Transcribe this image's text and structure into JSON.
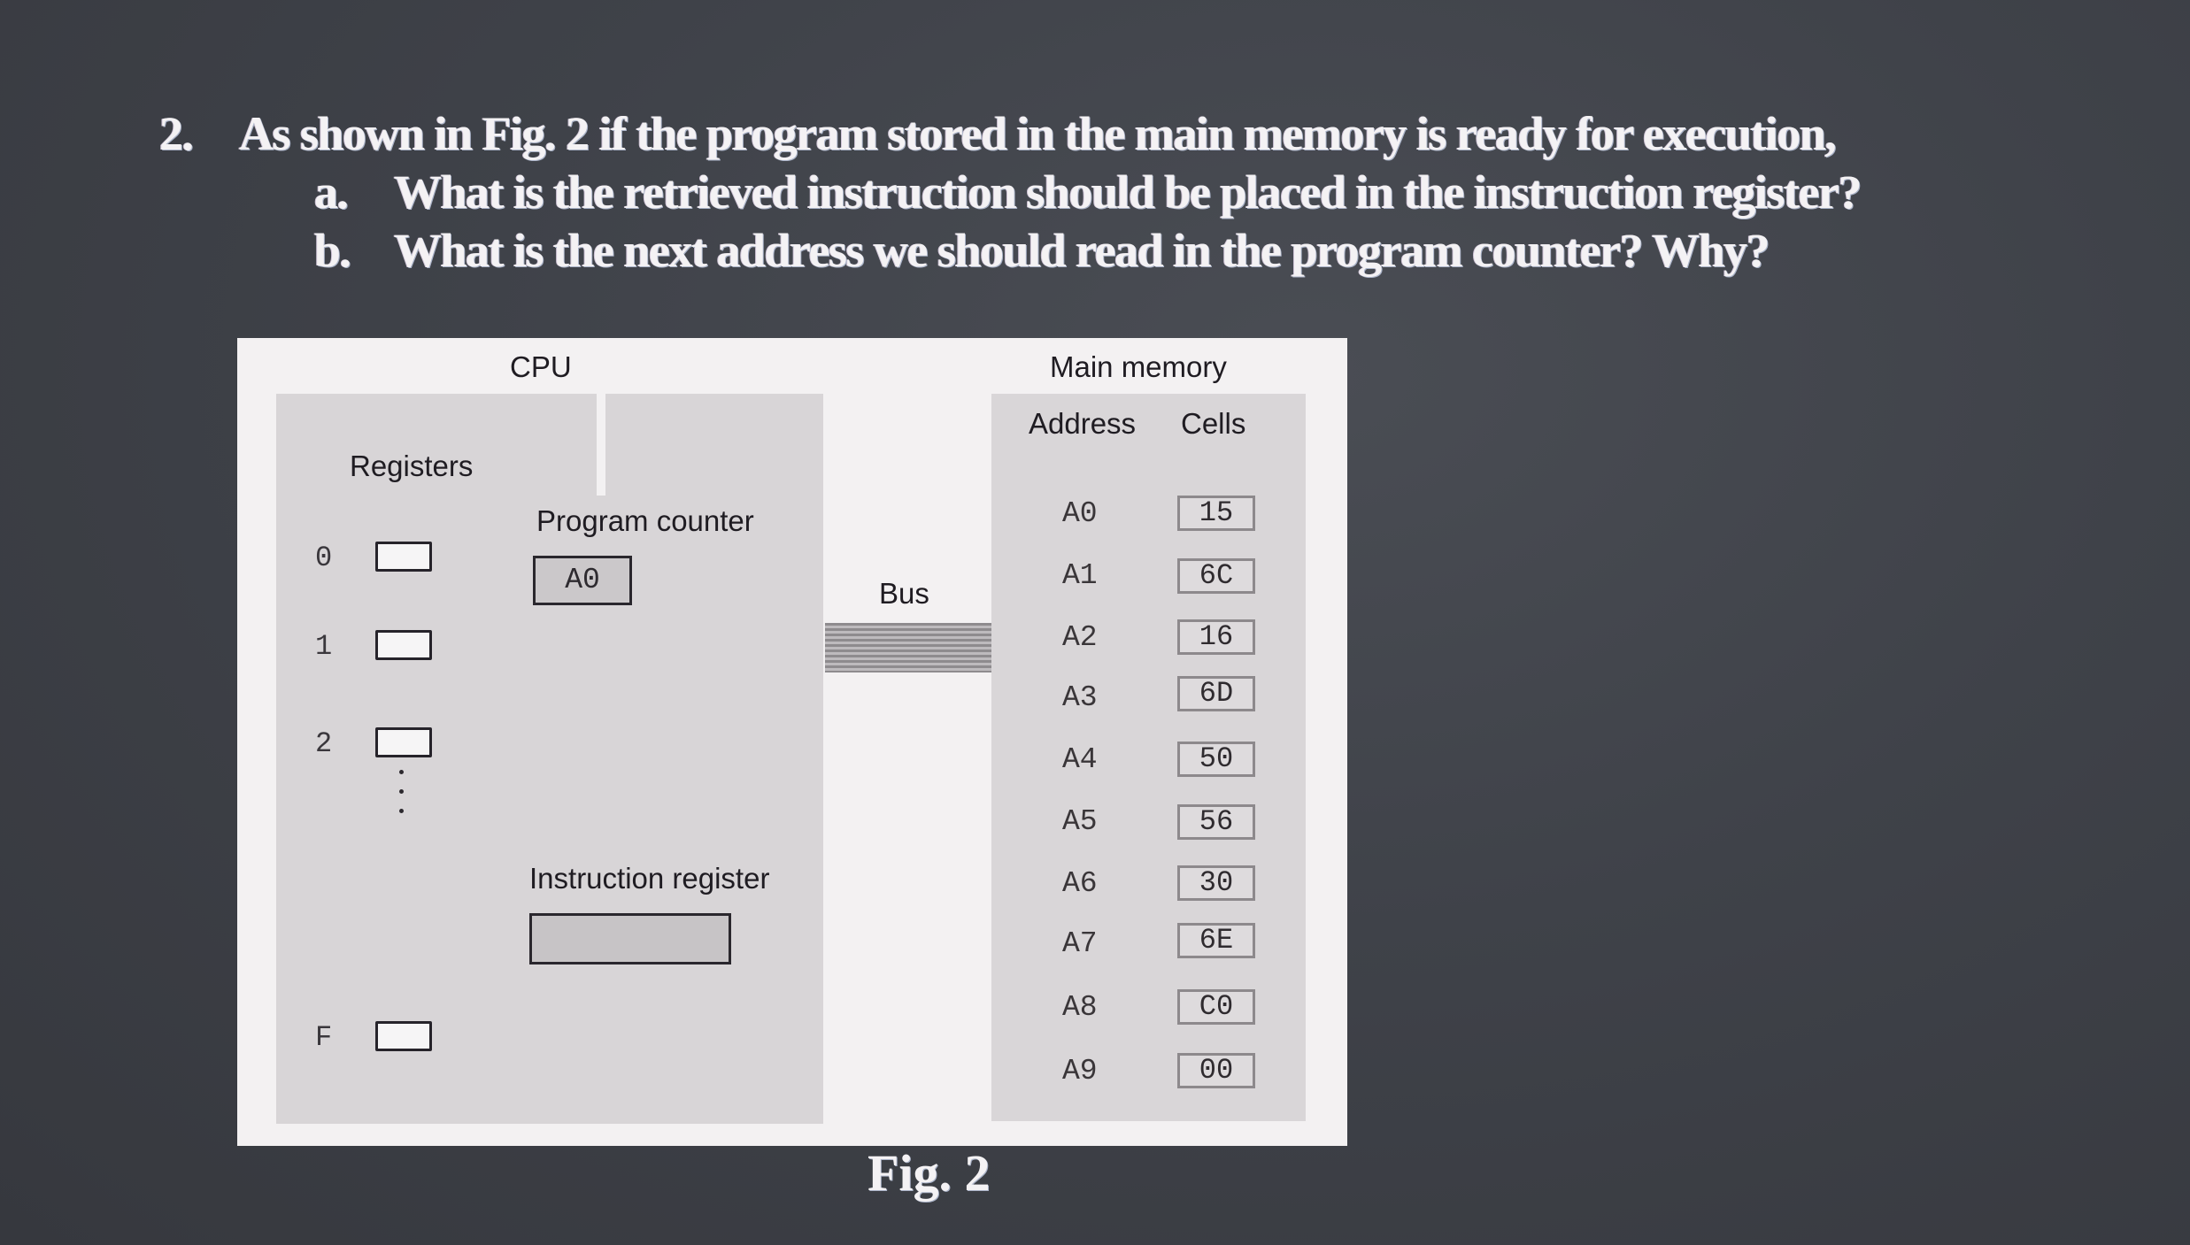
{
  "question": {
    "number": "2.",
    "text": "As shown in Fig. 2 if the program stored in the main memory is ready for execution,",
    "parts": [
      {
        "label": "a.",
        "text": "What is the retrieved instruction should be placed in the instruction register?"
      },
      {
        "label": "b.",
        "text": "What is the next address we should read in the program counter? Why?"
      }
    ]
  },
  "figure": {
    "cpu_title": "CPU",
    "registers_title": "Registers",
    "registers": [
      {
        "index": "0",
        "value": ""
      },
      {
        "index": "1",
        "value": ""
      },
      {
        "index": "2",
        "value": ""
      },
      {
        "index": "F",
        "value": ""
      }
    ],
    "program_counter": {
      "label": "Program counter",
      "value": "A0"
    },
    "instruction_register": {
      "label": "Instruction register",
      "value": ""
    },
    "bus_label": "Bus",
    "memory": {
      "title": "Main memory",
      "address_header": "Address",
      "cells_header": "Cells",
      "rows": [
        {
          "address": "A0",
          "cell": "15"
        },
        {
          "address": "A1",
          "cell": "6C"
        },
        {
          "address": "A2",
          "cell": "16"
        },
        {
          "address": "A3",
          "cell": "6D"
        },
        {
          "address": "A4",
          "cell": "50"
        },
        {
          "address": "A5",
          "cell": "56"
        },
        {
          "address": "A6",
          "cell": "30"
        },
        {
          "address": "A7",
          "cell": "6E"
        },
        {
          "address": "A8",
          "cell": "C0"
        },
        {
          "address": "A9",
          "cell": "00"
        }
      ]
    },
    "caption": "Fig. 2"
  }
}
